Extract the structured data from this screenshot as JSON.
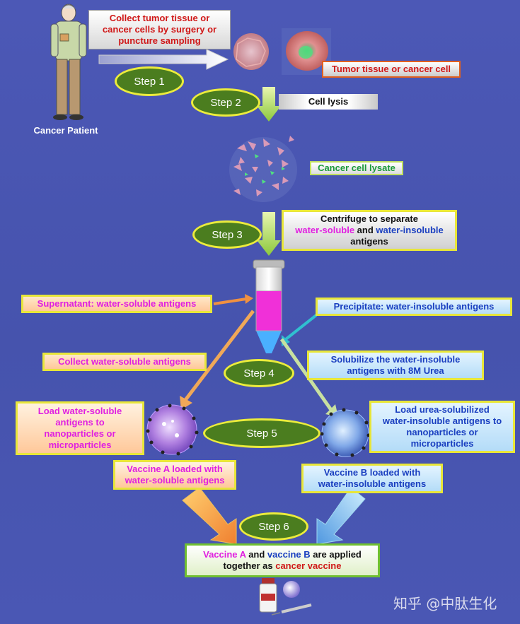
{
  "patient": {
    "label": "Cancer Patient"
  },
  "steps": {
    "step1": "Step 1",
    "step2": "Step 2",
    "step3": "Step 3",
    "step4": "Step 4",
    "step5": "Step 5",
    "step6": "Step 6"
  },
  "collect_box": {
    "line1": "Collect tumor tissue or",
    "line2": "cancer cells by surgery or",
    "line3": "puncture sampling"
  },
  "tumor_label": "Tumor tissue or cancer cell",
  "cell_lysis": "Cell lysis",
  "lysate_label": "Cancer cell lysate",
  "centrifuge_box": {
    "line1": "Centrifuge to separate",
    "soluble": "water-soluble",
    "and": " and ",
    "insoluble": "water-insoluble",
    "line3": "antigens"
  },
  "supernatant": "Supernatant: water-soluble antigens",
  "precipitate": "Precipitate: water-insoluble antigens",
  "collect_soluble": "Collect water-soluble antigens",
  "solubilize": {
    "line1": "Solubilize the water-insoluble",
    "line2": "antigens with 8M Urea"
  },
  "load_soluble": {
    "line1": "Load water-soluble",
    "line2": "antigens to",
    "line3": "nanoparticles or",
    "line4": "microparticles"
  },
  "load_urea": {
    "line1": "Load urea-solubilized",
    "line2": "water-insoluble antigens to",
    "line3": "nanoparticles or",
    "line4": "microparticles"
  },
  "vaccine_a": {
    "line1": "Vaccine A loaded with",
    "line2": "water-soluble antigens"
  },
  "vaccine_b": {
    "line1": "Vaccine B loaded with",
    "line2": "water-insoluble antigens"
  },
  "final_box": {
    "vaccine_a": "Vaccine A",
    "and": " and ",
    "vaccine_b": "vaccine B",
    "rest1": " are applied",
    "line2_pre": "together as ",
    "cancer_vaccine": "cancer vaccine"
  },
  "watermark": "知乎 @中肽生化",
  "colors": {
    "background": "#4a55b2",
    "step_fill": "#4b7d1f",
    "step_border": "#ecec3c",
    "magenta": "#e020e0",
    "blue_text": "#1a3fc0",
    "red_text": "#d01818",
    "green_text": "#1a9a3a",
    "orange_arrow": "#f0a040",
    "cyan_arrow": "#30c0d0",
    "light_green_arrow": "#c8e878"
  }
}
